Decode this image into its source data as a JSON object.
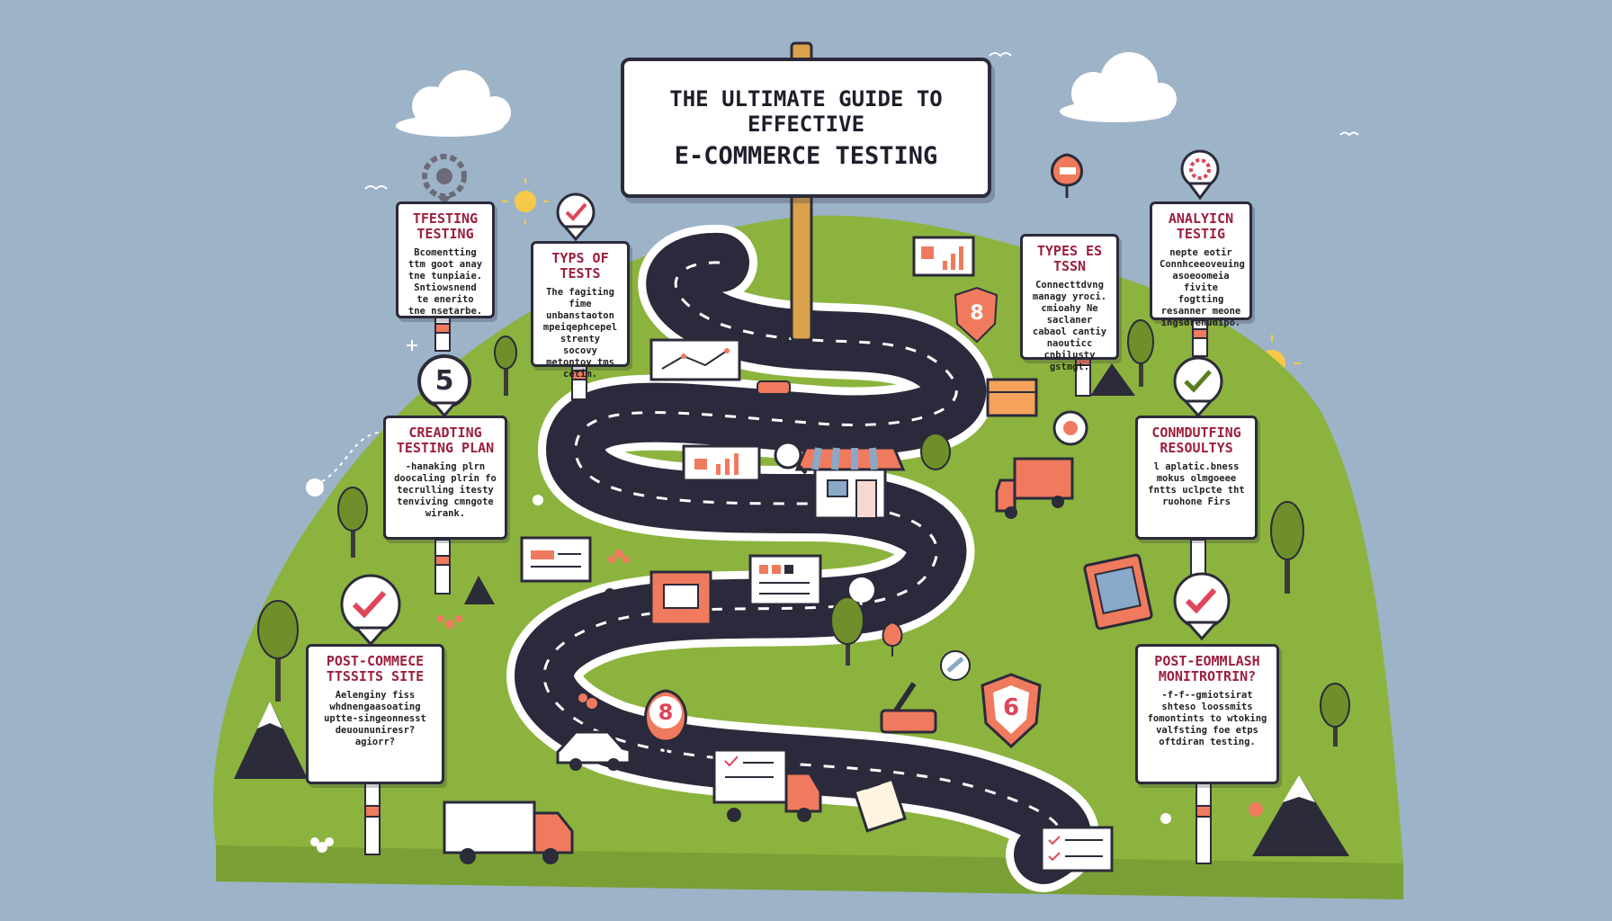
{
  "main_sign": {
    "line1": "THE ULTIMATE GUIDE TO",
    "line2": "EFFECTIVE",
    "line3": "E-COMMERCE TESTING"
  },
  "signs": {
    "s1": {
      "title": "TFESTING TESTING",
      "body": "Bcomentting ttm goot anay tne tunpiaie. Sntiowsnend te enerito tne nsetarbe."
    },
    "s2": {
      "title": "TYPS OF TESTS",
      "body": "The fagiting fime unbanstaoton mpeiqephcepel strenty socovy metontoy tms cetim."
    },
    "s3": {
      "title": "TYPES ES TSSN",
      "body": "Connecttdvng managy yroci. cmioahy Ne saclaner cabaol cantiy naouticc cnbilusty gstmgt."
    },
    "s4": {
      "title": "ANALYICN TESTIG",
      "body": "nepte eotir Connhceeoveuing asoeoomeia fivite fogtting resanner meone ingsdrenudipo."
    },
    "s5": {
      "title": "CREADTING TESTING PLAN",
      "body": "-hanaking plrn doocaling plrin fo tecrulling itesty tenviving cmngote wirank."
    },
    "s6": {
      "title": "CONMDUTFING RESOULTYS",
      "body": "l aplatic.bness mokus olmgoeee fntts uclpcte tht ruohone Firs"
    },
    "s7": {
      "title": "POST-COMMECE TTSSITS SITE",
      "body": "Aelenginy fiss whdnengaasoating uptte-singeonnesst deuoununiresr? agiorr?"
    },
    "s8": {
      "title": "POST-EOMMLASH MONITROTRIN?",
      "body": "-f-f--gmiotsirat shteso loossmits fomontints to wtoking valfsting foe etps oftdiran testing."
    }
  },
  "badges": {
    "b5": "5",
    "b8": "8",
    "b3": "8",
    "b6": "6"
  },
  "colors": {
    "sky": "#9db3c8",
    "grass": "#8cb33e",
    "road": "#2a2a3c",
    "accent": "#f07a5e",
    "sign_title": "#9c1f3d",
    "outline": "#2b2b3a"
  }
}
